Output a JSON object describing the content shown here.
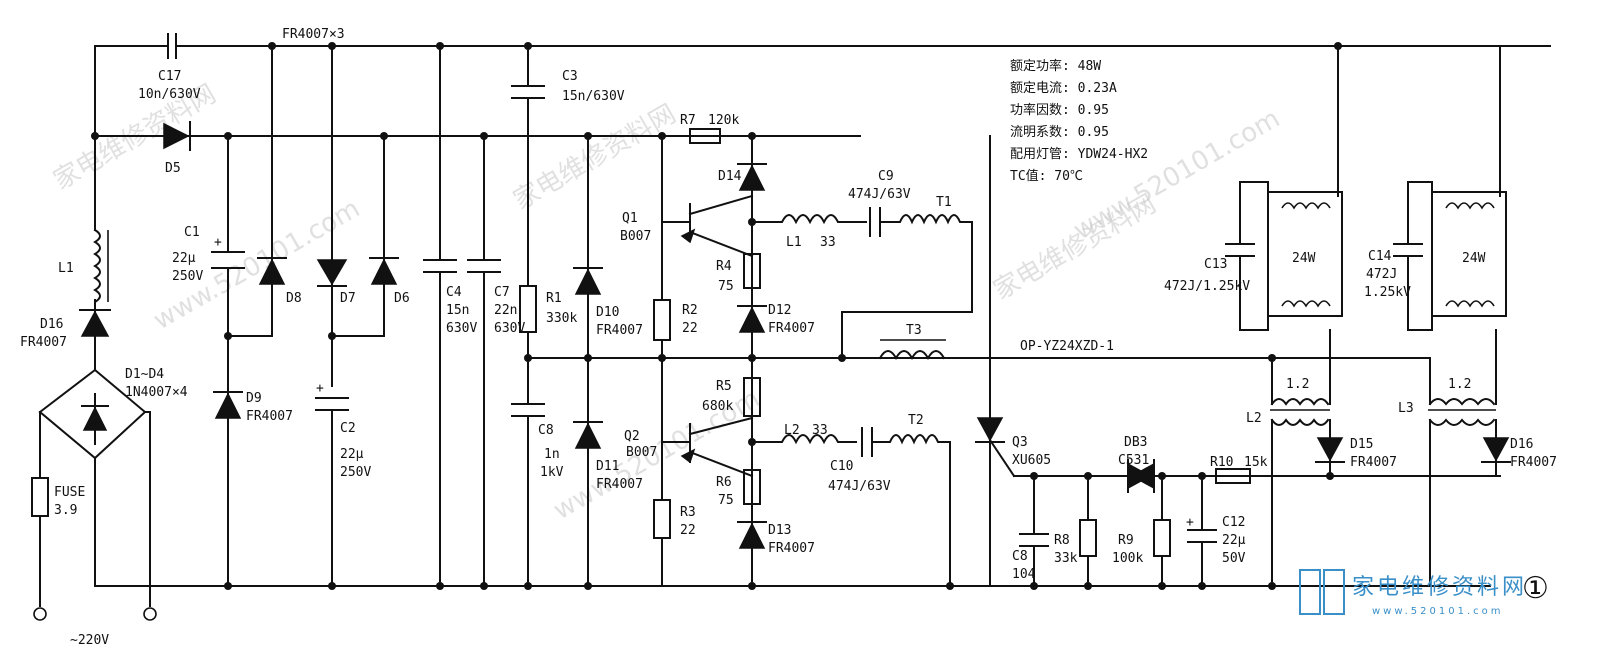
{
  "specs": [
    "额定功率: 48W",
    "额定电流: 0.23A",
    "功率因数: 0.95",
    "流明系数: 0.95",
    "配用灯管: YDW24-HX2",
    "TC值: 70℃"
  ],
  "labels": {
    "c17": "C17",
    "c17v": "10n/630V",
    "d5": "D5",
    "fr4007x3": "FR4007×3",
    "l1": "L1",
    "d16": "D16",
    "fr_d16": "FR4007",
    "d1d4": "D1~D4",
    "n4007x4": "1N4007×4",
    "fuse": "FUSE",
    "fusev": "3.9",
    "mains": "~220V",
    "c1": "C1",
    "c1v": "22μ",
    "c1vv": "250V",
    "d8": "D8",
    "d7": "D7",
    "d6": "D6",
    "d9": "D9",
    "fr_d9": "FR4007",
    "c2": "C2",
    "c2v": "22μ",
    "c2vv": "250V",
    "c4": "C4",
    "c4v": "15n",
    "c4vv": "630V",
    "c7": "C7",
    "c7v": "22n",
    "c7vv": "630V",
    "c3": "C3",
    "c3v": "15n/630V",
    "r1": "R1",
    "r1v": "330k",
    "c8": "C8",
    "c8v": "1n",
    "c8vv": "1kV",
    "d10": "D10",
    "fr_d10": "FR4007",
    "d11": "D11",
    "fr_d11": "FR4007",
    "r7": "R7",
    "r7v": "120k",
    "q1": "Q1",
    "q1v": "B007",
    "d14": "D14",
    "r2": "R2",
    "r2v": "22",
    "r4": "R4",
    "r4v": "75",
    "d12": "D12",
    "fr_d12": "FR4007",
    "l1b": "L1",
    "l1bv": "33",
    "c9v": "474J/63V",
    "c9": "C9",
    "t1": "T1",
    "t3": "T3",
    "opnet": "OP-YZ24XZD-1",
    "r5": "R5",
    "r5v": "680k",
    "q2": "Q2",
    "q2v": "B007",
    "l2b": "L2",
    "l2bv": "33",
    "t2": "T2",
    "c10": "C10",
    "c10v": "474J/63V",
    "r6": "R6",
    "r6v": "75",
    "r3": "R3",
    "r3v": "22",
    "d13": "D13",
    "fr_d13": "FR4007",
    "q3": "Q3",
    "q3v": "XU605",
    "db3": "DB3",
    "db3v": "C531",
    "r10": "R10",
    "r10v": "15k",
    "c8b": "C8",
    "c8bv": "104",
    "r8": "R8",
    "r8v": "33k",
    "r9": "R9",
    "r9v": "100k",
    "c12": "C12",
    "c12v": "22μ",
    "c12vv": "50V",
    "c13": "C13",
    "c13v": "472J/1.25kV",
    "c14": "C14",
    "c14v": "472J",
    "c14vv": "1.25kV",
    "lamp1": "24W",
    "lamp2": "24W",
    "l2": "L2",
    "l2v": "1.2",
    "l3": "L3",
    "l3v": "1.2",
    "d15": "D15",
    "fr_d15": "FR4007",
    "d16b": "D16",
    "fr_d16b": "FR4007",
    "fignum": "①"
  },
  "watermarks": [
    "家电维修资料网",
    "www.520101.com",
    "家电维修资料网",
    "www.520101.com",
    "家电维修资料网",
    "www.520101.com"
  ],
  "logo": {
    "text": "家电维修资料网",
    "url": "www.520101.com"
  }
}
